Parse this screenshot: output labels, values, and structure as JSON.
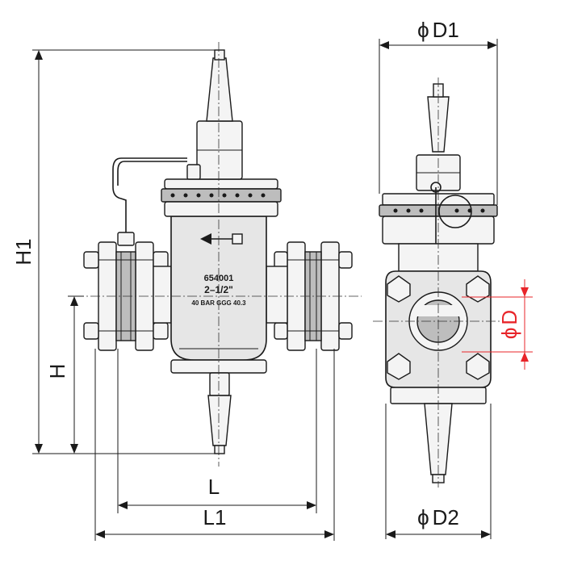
{
  "dimensions": {
    "h1": "H1",
    "h": "H",
    "l": "L",
    "l1": "L1",
    "d1": "D1",
    "d2": "D2",
    "d": "D",
    "diameter_symbol": "ϕ"
  },
  "valve_markings": {
    "part_number": "654001",
    "size": "2–1/2\"",
    "rating": "40 BAR GGG 40.3"
  },
  "colors": {
    "line": "#1a1a1a",
    "accent_dimension": "#e8252a"
  }
}
